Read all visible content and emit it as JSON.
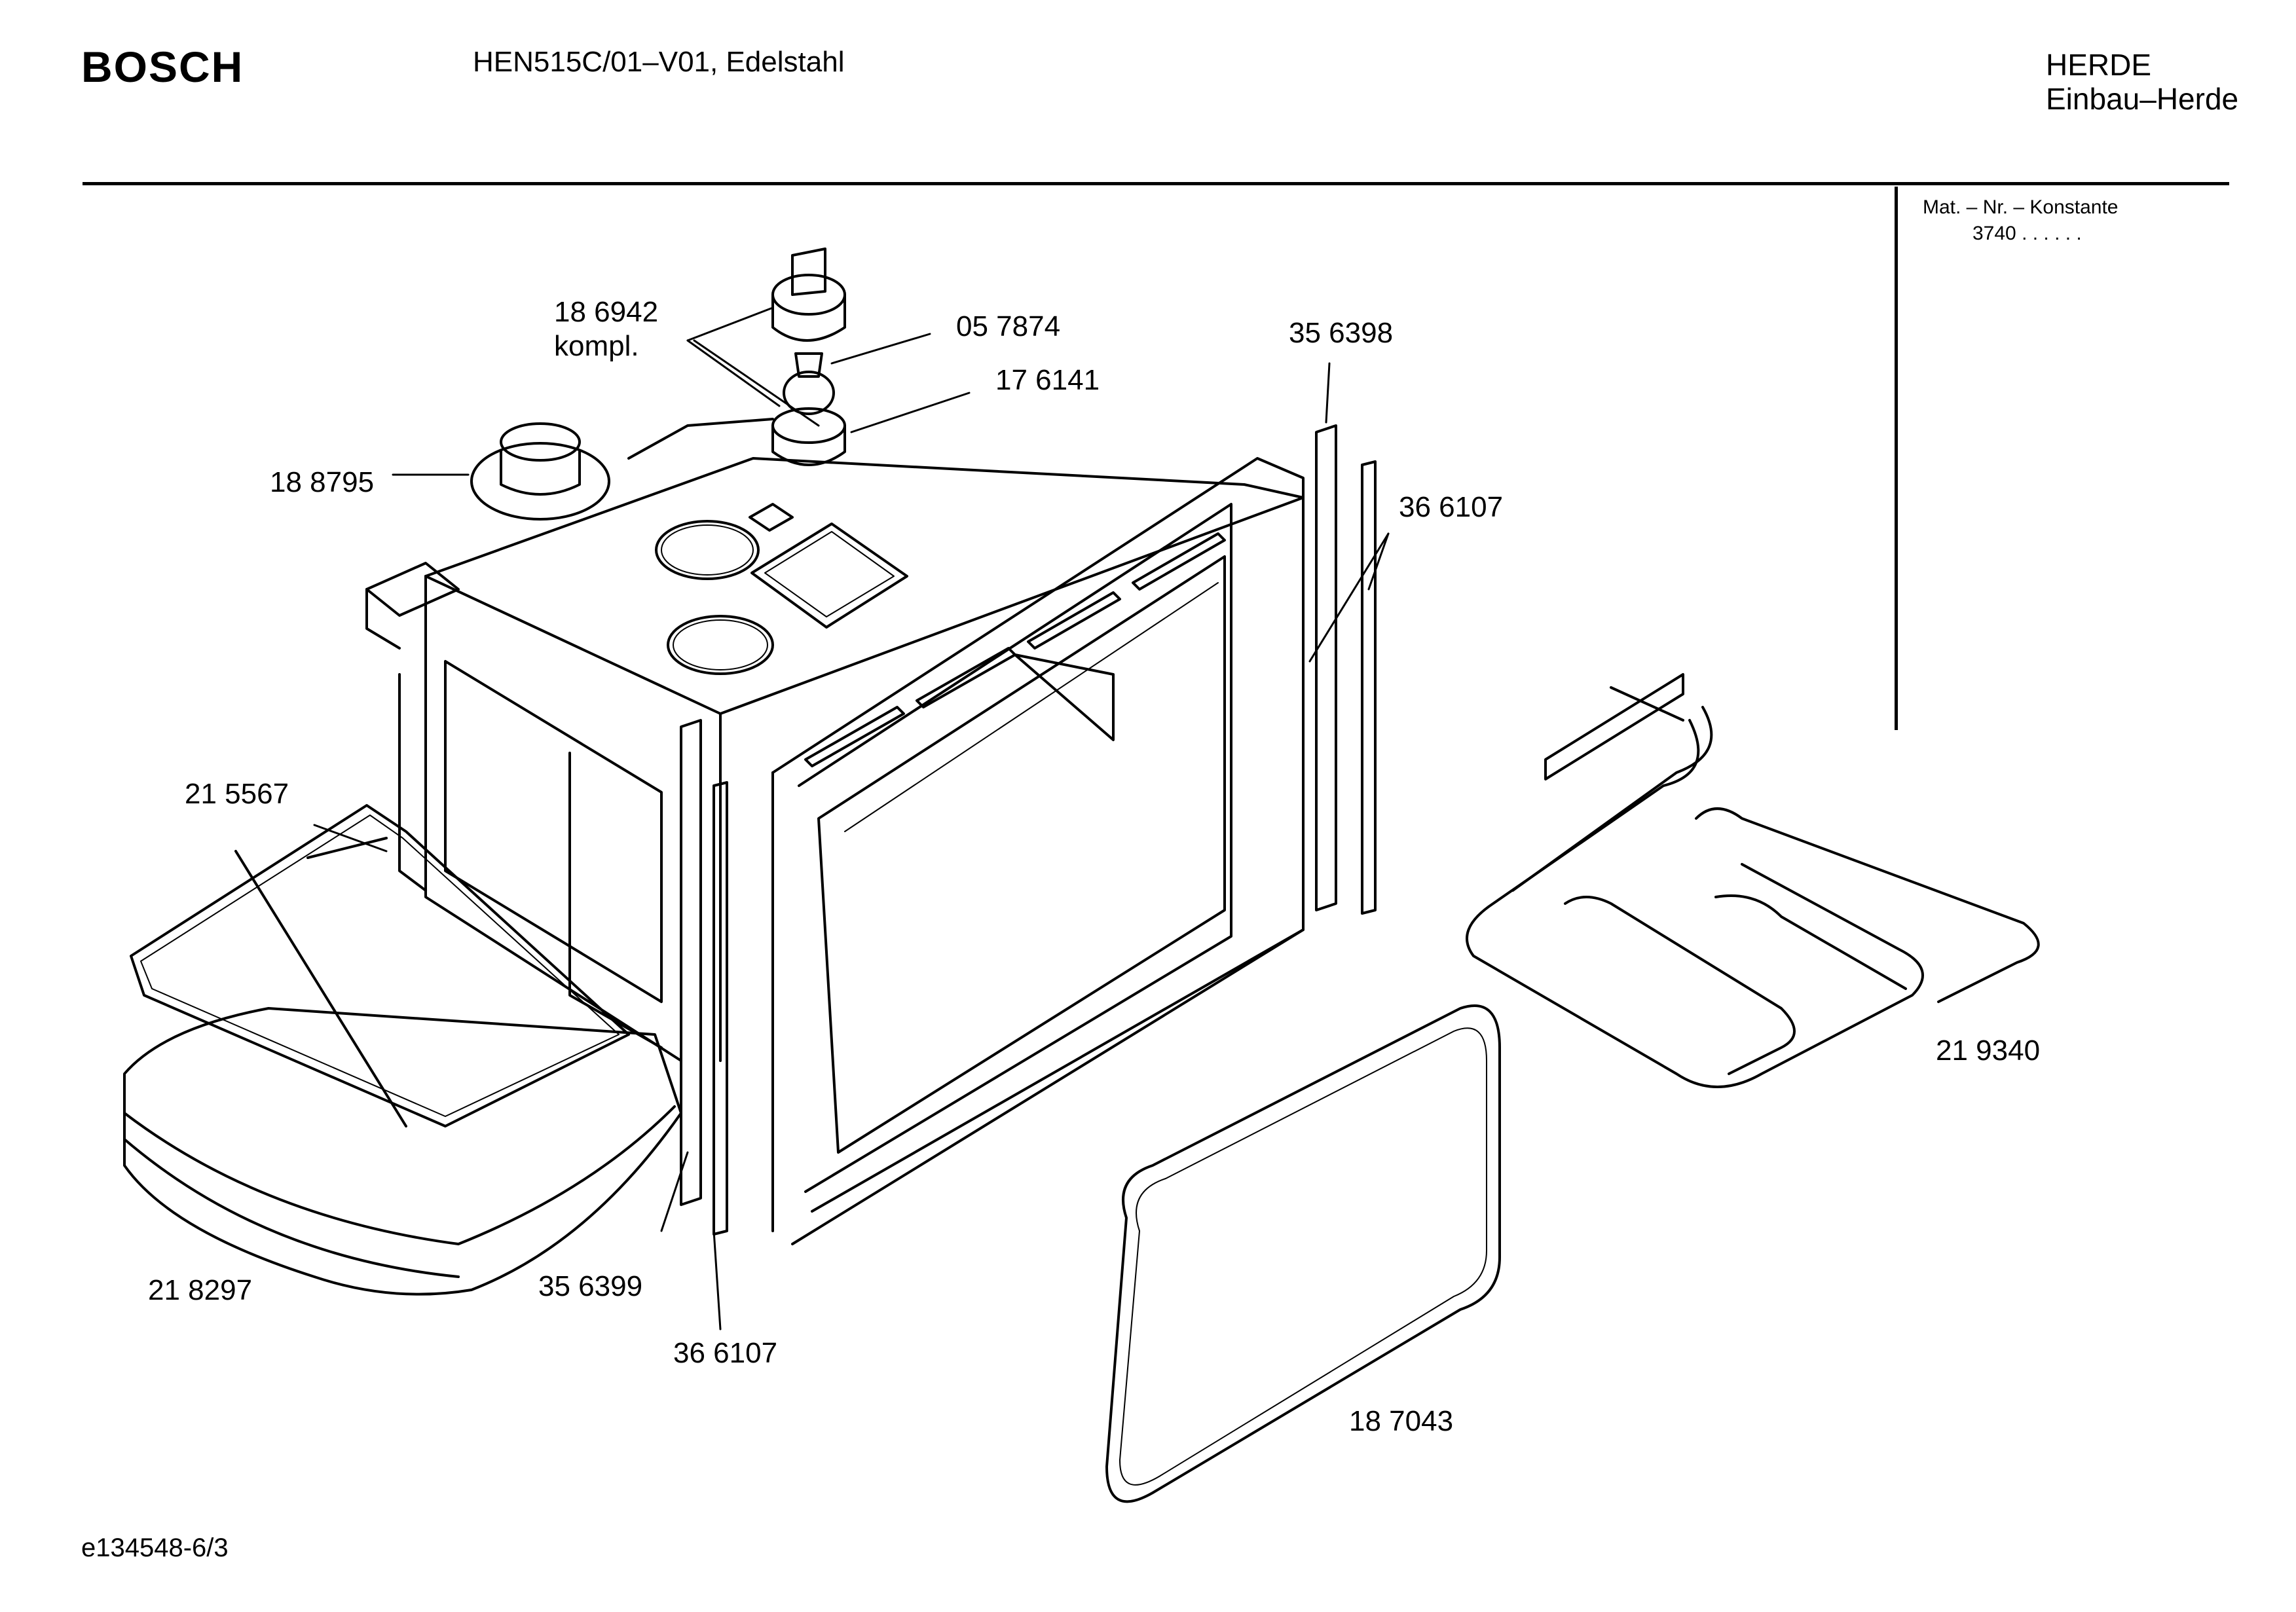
{
  "header": {
    "brand": "BOSCH",
    "model": "HEN515C/01–V01, Edelstahl",
    "category": "HERDE",
    "subcategory": "Einbau–Herde"
  },
  "material_box": {
    "title": "Mat. – Nr. – Konstante",
    "value": "3740  .  .    .  .  .  ."
  },
  "parts": {
    "p186942": "18 6942",
    "p186942_note": "kompl.",
    "p057874": "05 7874",
    "p176141": "17 6141",
    "p188795": "18 8795",
    "p356398": "35 6398",
    "p366107_right": "36 6107",
    "p215567": "21 5567",
    "p219340": "21 9340",
    "p218297": "21 8297",
    "p356399": "35 6399",
    "p366107_bottom": "36 6107",
    "p187043": "18 7043"
  },
  "footer": {
    "drawing_id": "e134548-6/3"
  }
}
